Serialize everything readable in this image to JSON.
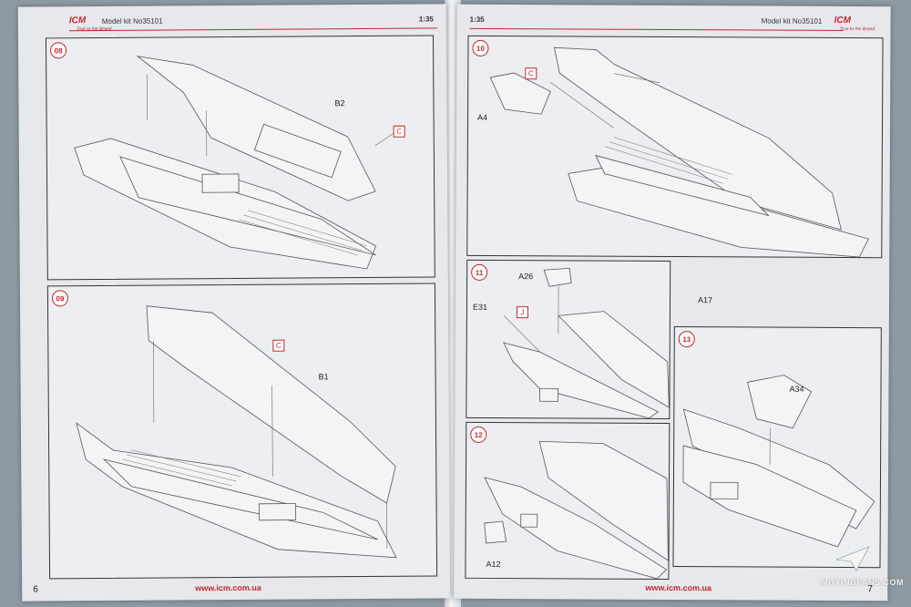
{
  "left_page": {
    "brand": "ICM",
    "tagline": "True to the Brand",
    "kit_label": "Model kit No35101",
    "scale": "1:35",
    "page_number": "6",
    "website": "www.icm.com.ua",
    "steps": [
      {
        "number": "08",
        "part_label": "B2",
        "callout": "C"
      },
      {
        "number": "09",
        "part_label": "B1",
        "callout": "C"
      }
    ]
  },
  "right_page": {
    "brand": "ICM",
    "tagline": "True to the Brand",
    "kit_label": "Model kit No35101",
    "scale": "1:35",
    "page_number": "7",
    "website": "www.icm.com.ua",
    "steps": [
      {
        "number": "10",
        "labels": [
          "A4",
          "A17"
        ],
        "callout": "C"
      },
      {
        "number": "11",
        "labels": [
          "A26",
          "E31"
        ],
        "callout": "J"
      },
      {
        "number": "12",
        "labels": [
          "A12"
        ]
      },
      {
        "number": "13",
        "labels": [
          "A34"
        ]
      }
    ]
  },
  "watermark": "MOXINGFANS.COM"
}
